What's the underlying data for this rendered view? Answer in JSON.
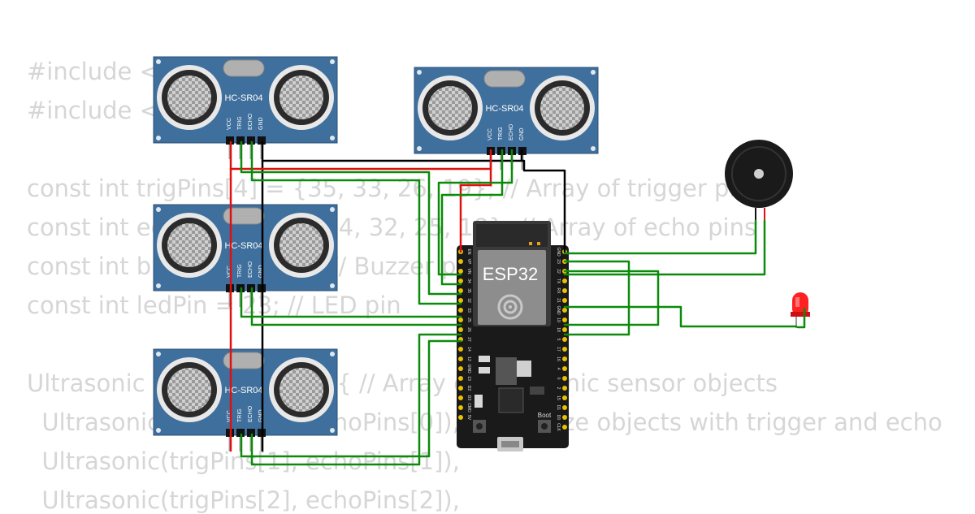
{
  "code_lines": [
    "#include <",
    "#include <",
    "",
    "const int trigPins[4] = {35, 33, 26, 19}; // Array of trigger pins",
    "const int echoPins[4] = {34, 32, 25, 18}; // Array of echo pins",
    "const int buzzerPin = 21; // Buzzer pin",
    "const int ledPin = 23; // LED pin",
    "",
    "Ultrasonic ultrasonic[4] = { // Array of ultrasonic sensor objects",
    "  Ultrasonic(trigPins[0], echoPins[0]), // Initialize objects with trigger and echo",
    "  Ultrasonic(trigPins[1], echoPins[1]),",
    "  Ultrasonic(trigPins[2], echoPins[2]),"
  ],
  "sensors": [
    {
      "label": "HC-SR04",
      "pins": [
        "VCC",
        "TRIG",
        "ECHO",
        "GND"
      ]
    },
    {
      "label": "HC-SR04",
      "pins": [
        "VCC",
        "TRIG",
        "ECHO",
        "GND"
      ]
    },
    {
      "label": "HC-SR04",
      "pins": [
        "VCC",
        "TRIG",
        "ECHO",
        "GND"
      ]
    },
    {
      "label": "HC-SR04",
      "pins": [
        "VCC",
        "TRIG",
        "ECHO",
        "GND"
      ]
    }
  ],
  "board": {
    "label": "ESP32",
    "boot_label": "Boot",
    "left_pins": [
      "EN",
      "VP",
      "VN",
      "34",
      "35",
      "32",
      "33",
      "25",
      "26",
      "27",
      "14",
      "12",
      "GND",
      "13",
      "D2",
      "D3",
      "CMD",
      "5V"
    ],
    "right_pins": [
      "GND",
      "23",
      "22",
      "TX",
      "RX",
      "21",
      "GND",
      "19",
      "18",
      "5",
      "17",
      "16",
      "4",
      "0",
      "2",
      "15",
      "D1",
      "D0",
      "CLK"
    ]
  },
  "colors": {
    "sensor_board": "#3f6f9c",
    "esp_board": "#1a1a1a",
    "wire_green": "#0b8a0b",
    "wire_red": "#e01010",
    "wire_black": "#000000",
    "code_text": "#d6d6d6",
    "led": "#ff2020"
  },
  "icons": [
    "buzzer-icon",
    "led-icon",
    "usb-port-icon",
    "wifi-logo-icon"
  ]
}
